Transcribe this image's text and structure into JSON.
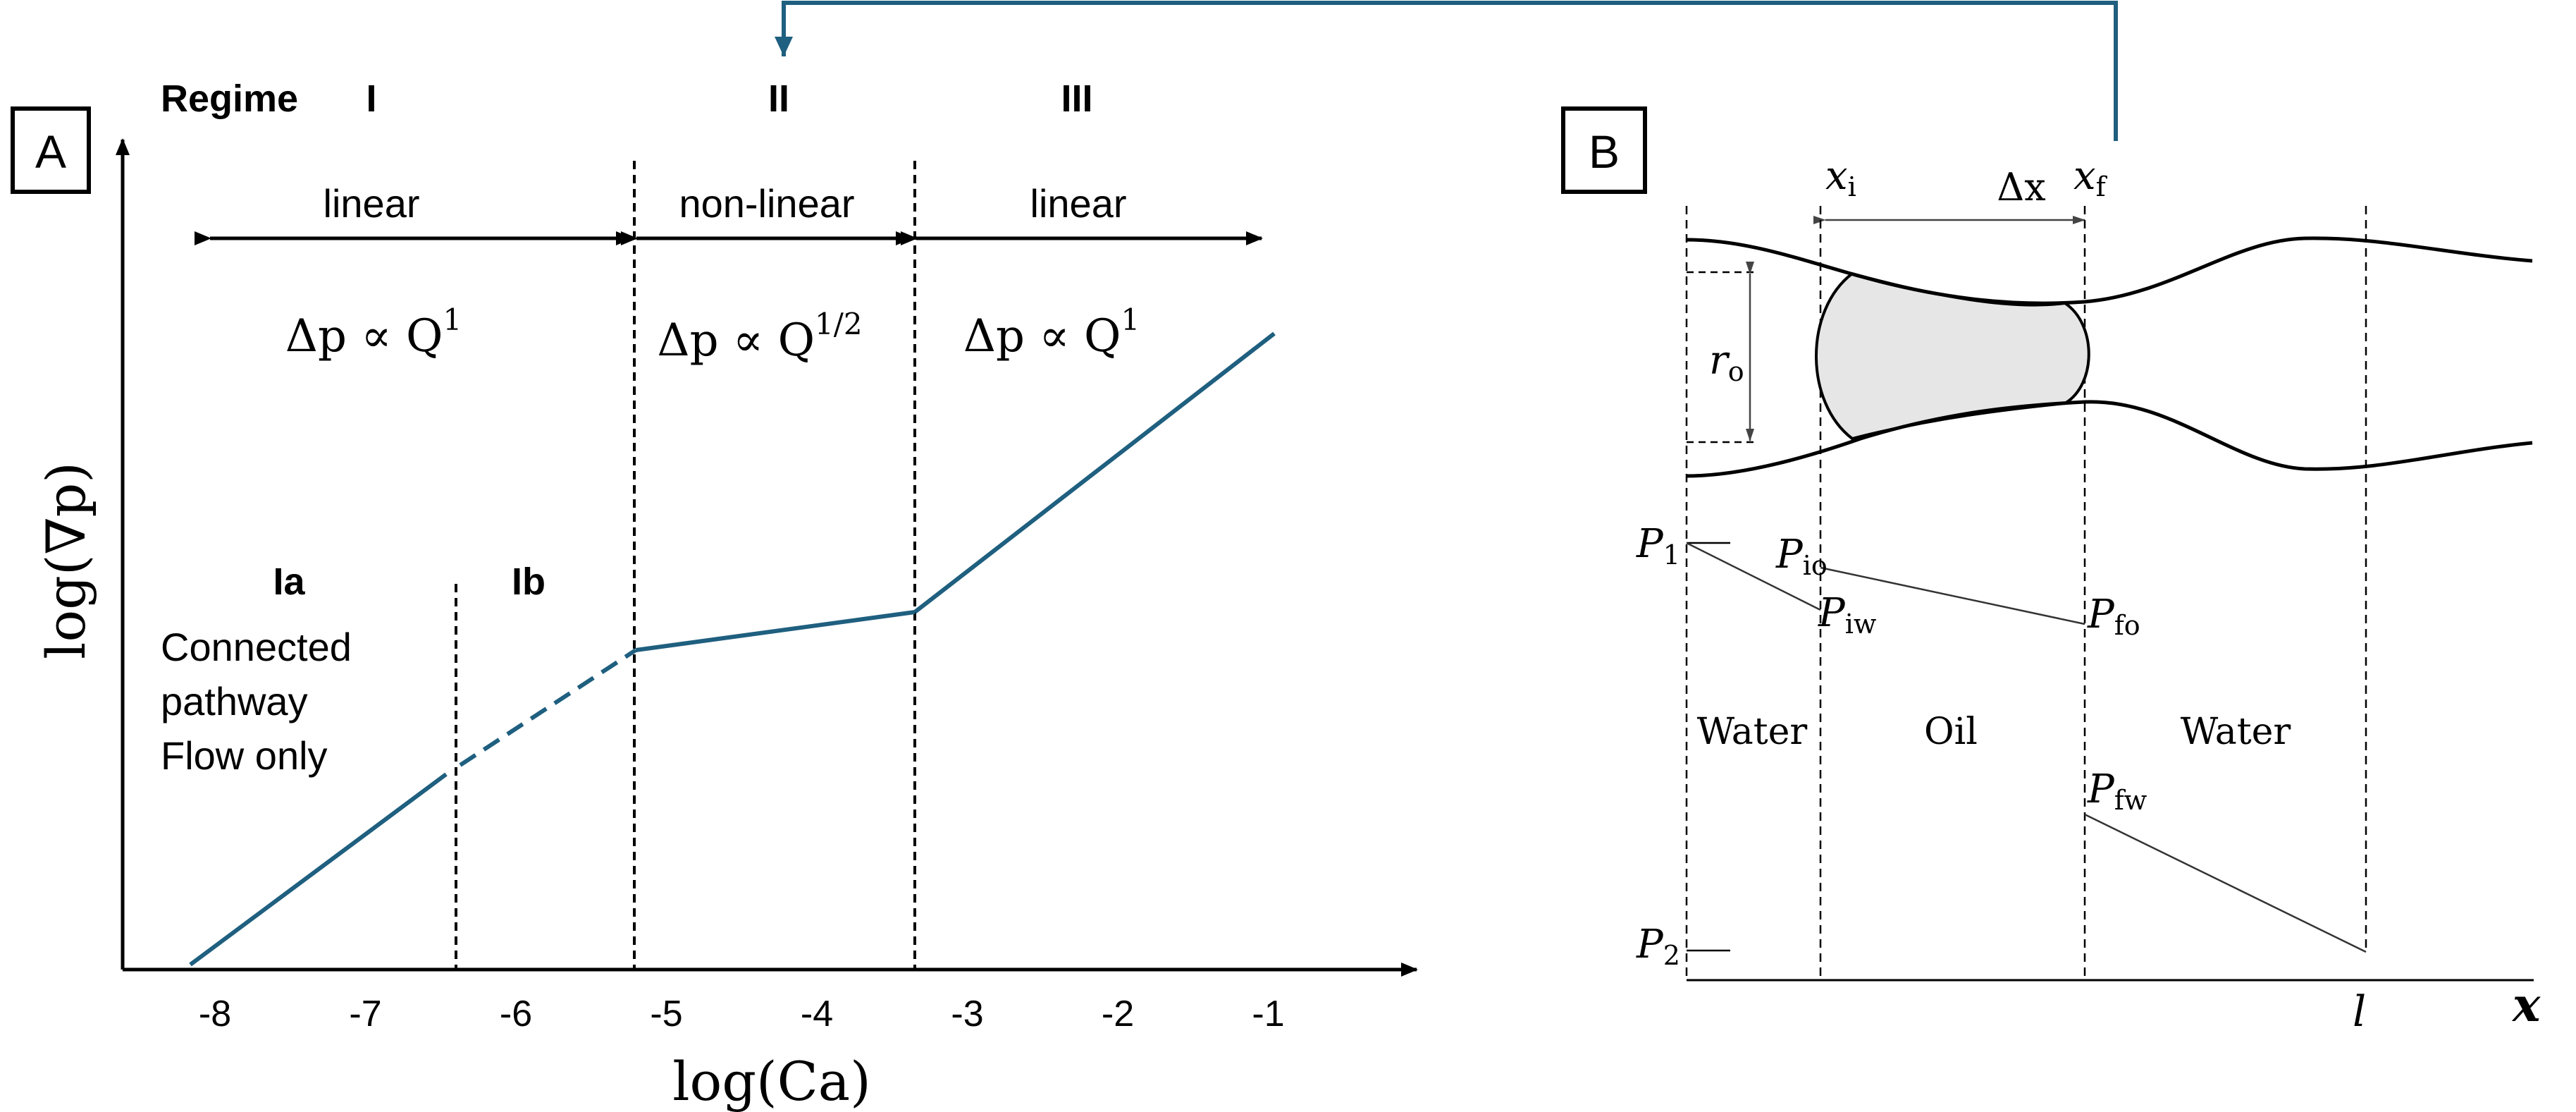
{
  "panel_a": {
    "label": "A",
    "regime_label": "Regime",
    "regimes": [
      "I",
      "II",
      "III"
    ],
    "behaviors": [
      "linear",
      "non-linear",
      "linear"
    ],
    "scaling": [
      {
        "lhs": "Δp ∝ Q",
        "exp": "1"
      },
      {
        "lhs": "Δp ∝ Q",
        "exp": "1/2"
      },
      {
        "lhs": "Δp ∝ Q",
        "exp": "1"
      }
    ],
    "sub_regimes": [
      "Ia",
      "Ib"
    ],
    "note_lines": [
      "Connected",
      "pathway",
      "Flow only"
    ],
    "y_axis_label": "log(∇p)",
    "x_axis_label": "log(Ca)",
    "x_ticks": [
      "-8",
      "-7",
      "-6",
      "-5",
      "-4",
      "-3",
      "-2",
      "-1"
    ],
    "colors": {
      "curve": "#1f5f7f",
      "arrow": "#1f5f7f",
      "ink": "#000000"
    }
  },
  "panel_b": {
    "label": "B",
    "xi": {
      "base": "x",
      "sub": "i"
    },
    "dx": "Δx",
    "xf": {
      "base": "x",
      "sub": "f"
    },
    "r0": {
      "base": "r",
      "sub": "o"
    },
    "P1": {
      "base": "P",
      "sub": "1"
    },
    "P2": {
      "base": "P",
      "sub": "2"
    },
    "Pio": {
      "base": "P",
      "sub": "io"
    },
    "Piw": {
      "base": "P",
      "sub": "iw"
    },
    "Pfo": {
      "base": "P",
      "sub": "fo"
    },
    "Pfw": {
      "base": "P",
      "sub": "fw"
    },
    "phases": [
      "Water",
      "Oil",
      "Water"
    ],
    "l_label": "l",
    "x_label": "x",
    "colors": {
      "droplet_fill": "#e6e6e6"
    }
  }
}
